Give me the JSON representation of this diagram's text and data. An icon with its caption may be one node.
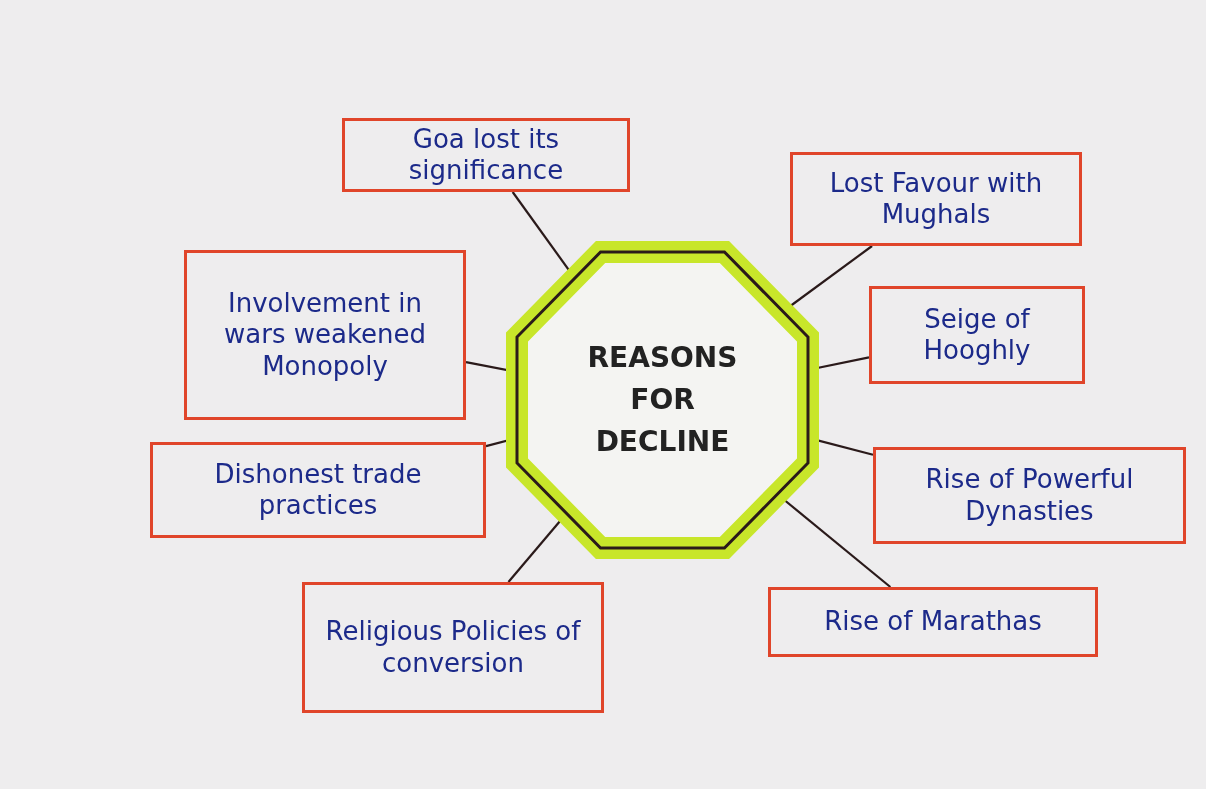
{
  "diagram": {
    "nodes": [
      {
        "text": [
          "REASONS FOR DECLINE"
        ]
      },
      {
        "text": [
          "Goa lost its significance"
        ]
      },
      {
        "text": [
          "Lost Favour with Mughals"
        ]
      },
      {
        "text": [
          "Involvement in wars weakened Monopoly"
        ]
      },
      {
        "text": [
          "Seige of Hooghly"
        ]
      },
      {
        "text": [
          "Dishonest trade practices"
        ]
      },
      {
        "text": [
          "Rise of Powerful Dynasties"
        ]
      },
      {
        "text": [
          "Religious Policies of conversion"
        ]
      },
      {
        "text": [
          "Rise of Marathas"
        ]
      }
    ],
    "edges": [
      {
        "from": 0,
        "to": 1,
        "arrow": "none"
      },
      {
        "from": 0,
        "to": 2,
        "arrow": "none"
      },
      {
        "from": 0,
        "to": 3,
        "arrow": "none"
      },
      {
        "from": 0,
        "to": 4,
        "arrow": "none"
      },
      {
        "from": 0,
        "to": 5,
        "arrow": "none"
      },
      {
        "from": 0,
        "to": 6,
        "arrow": "none"
      },
      {
        "from": 0,
        "to": 7,
        "arrow": "none"
      },
      {
        "from": 0,
        "to": 8,
        "arrow": "none"
      }
    ]
  }
}
